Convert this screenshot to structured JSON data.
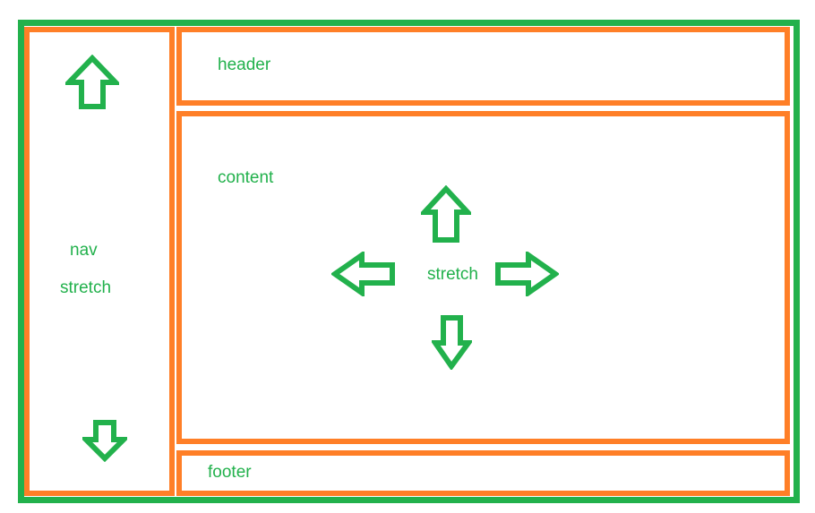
{
  "colors": {
    "container_border_green": "#22B14C",
    "section_border_orange": "#FF7F27",
    "text_green": "#22B14C"
  },
  "sections": {
    "nav": {
      "label": "nav",
      "stretch_label": "stretch",
      "top_icon": "block-arrow-up",
      "bottom_icon": "block-arrow-down"
    },
    "header": {
      "label": "header"
    },
    "content": {
      "label": "content",
      "stretch_label": "stretch",
      "icons": [
        "block-arrow-up",
        "block-arrow-left",
        "block-arrow-right",
        "block-arrow-down"
      ]
    },
    "footer": {
      "label": "footer"
    }
  }
}
